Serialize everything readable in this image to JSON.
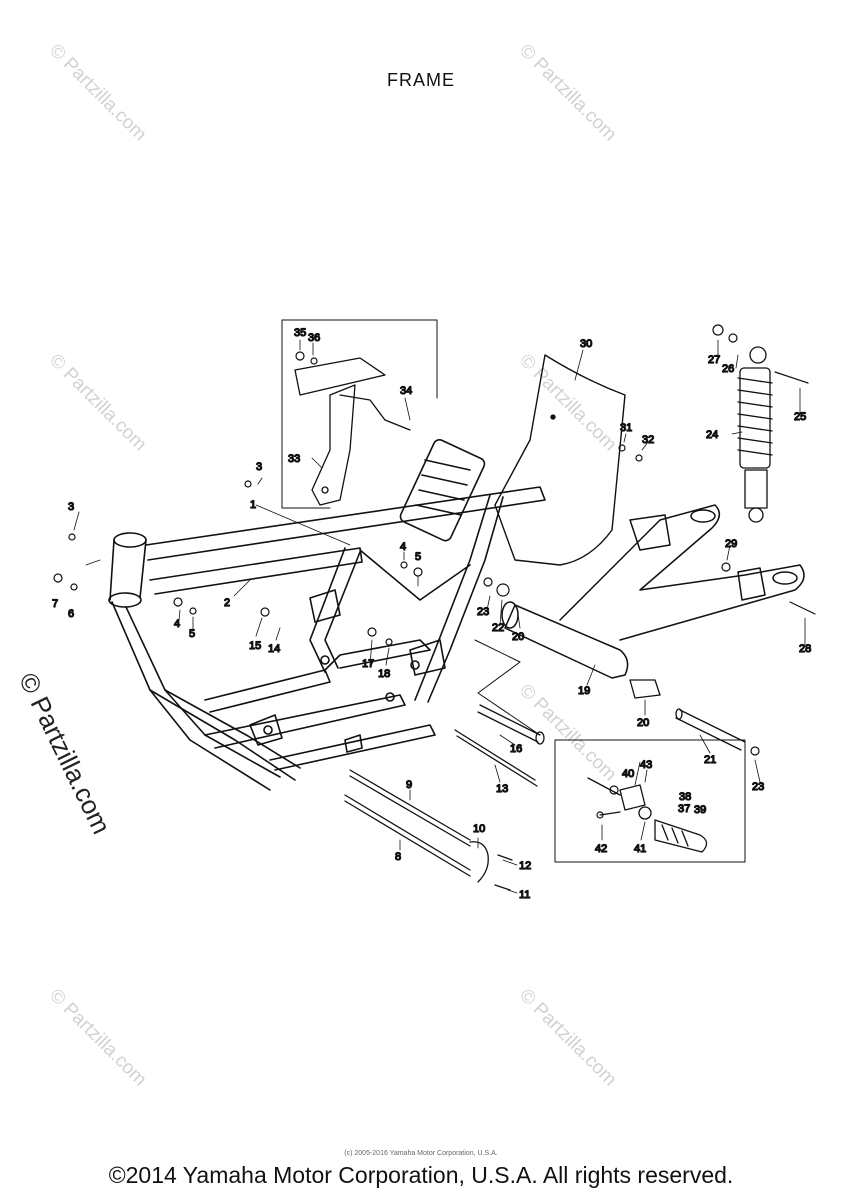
{
  "title": "FRAME",
  "copyright": "©2014 Yamaha Motor Corporation, U.S.A. All rights reserved.",
  "fine_print": "(c) 2005-2016 Yamaha Motor Corporation, U.S.A.",
  "watermark_small": "© Partzilla.com",
  "watermark_large": "© Partzilla.com",
  "callouts": [
    "1",
    "2",
    "3",
    "3",
    "4",
    "4",
    "5",
    "5",
    "6",
    "7",
    "8",
    "9",
    "10",
    "11",
    "12",
    "13",
    "14",
    "15",
    "16",
    "17",
    "18",
    "19",
    "20",
    "20",
    "21",
    "22",
    "23",
    "23",
    "24",
    "25",
    "26",
    "27",
    "28",
    "29",
    "30",
    "31",
    "32",
    "33",
    "34",
    "35",
    "36",
    "37",
    "38",
    "39",
    "40",
    "41",
    "42",
    "43"
  ]
}
